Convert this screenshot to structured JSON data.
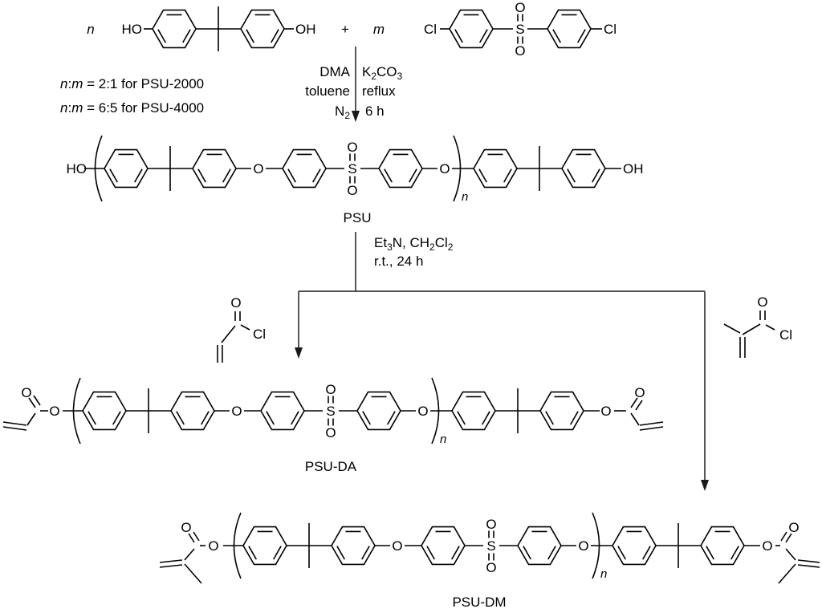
{
  "atoms": {
    "oxygen": "O",
    "sulfur": "S",
    "chlorine": "Cl",
    "hydroxyl": "OH",
    "hydroxyl_rev": "HO",
    "repeat_subscript": "n"
  },
  "reactants": {
    "coefficient_n": "n",
    "plus": "+",
    "coefficient_m": "m"
  },
  "step1": {
    "solvent": "DMA",
    "cosolvent": "toluene",
    "atmosphere": [
      [
        "N",
        0
      ],
      [
        "2",
        1
      ]
    ],
    "base": [
      [
        "K",
        0
      ],
      [
        "2",
        1
      ],
      [
        "CO",
        0
      ],
      [
        "3",
        1
      ]
    ],
    "temperature": "reflux",
    "time": "6 h",
    "ratio1": [
      [
        "n",
        2
      ],
      [
        ":",
        0
      ],
      [
        "m",
        2
      ],
      [
        " = 2:1 for PSU-2000",
        0
      ]
    ],
    "ratio2": [
      [
        "n",
        2
      ],
      [
        ":",
        0
      ],
      [
        "m",
        2
      ],
      [
        " = 6:5 for PSU-4000",
        0
      ]
    ]
  },
  "step2": {
    "reagents": [
      [
        "Et",
        0
      ],
      [
        "3",
        1
      ],
      [
        "N, CH",
        0
      ],
      [
        "2",
        1
      ],
      [
        "Cl",
        0
      ],
      [
        "2",
        1
      ]
    ],
    "conditions": "r.t., 24 h"
  },
  "products": {
    "psu": "PSU",
    "psu_da": "PSU-DA",
    "psu_dm": "PSU-DM"
  }
}
